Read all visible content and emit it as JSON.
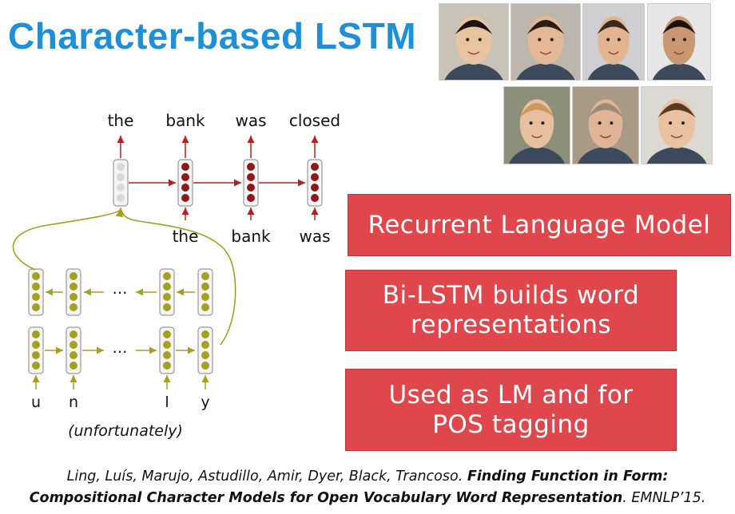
{
  "slide": {
    "title": "Character-based LSTM",
    "colors": {
      "title": "#1f8fd8",
      "callout_fill": "#e0474c",
      "arrow_red": "#b22222",
      "word_cell": "#8b1a1a",
      "char_cell": "#a3a11f",
      "empty_cell": "#d9d9d9"
    }
  },
  "diagram": {
    "output_words": [
      "the",
      "bank",
      "was",
      "closed"
    ],
    "input_words": [
      "the",
      "bank",
      "was"
    ],
    "characters": [
      "u",
      "n",
      "l",
      "y"
    ],
    "ellipsis": "…",
    "example_word": "(unfortunately)"
  },
  "callouts": [
    {
      "lines": [
        "Recurrent Language Model"
      ]
    },
    {
      "lines": [
        "Bi-LSTM builds word",
        "representations"
      ]
    },
    {
      "lines": [
        "Used as LM and for",
        "POS tagging"
      ]
    }
  ],
  "citation": {
    "authors": "Ling, Luís, Marujo, Astudillo, Amir, Dyer, Black, Trancoso.",
    "title_line1": "Finding Function in Form:",
    "title_line2": "Compositional Character Models for Open Vocabulary Word Representation",
    "venue": ". EMNLP’15."
  }
}
